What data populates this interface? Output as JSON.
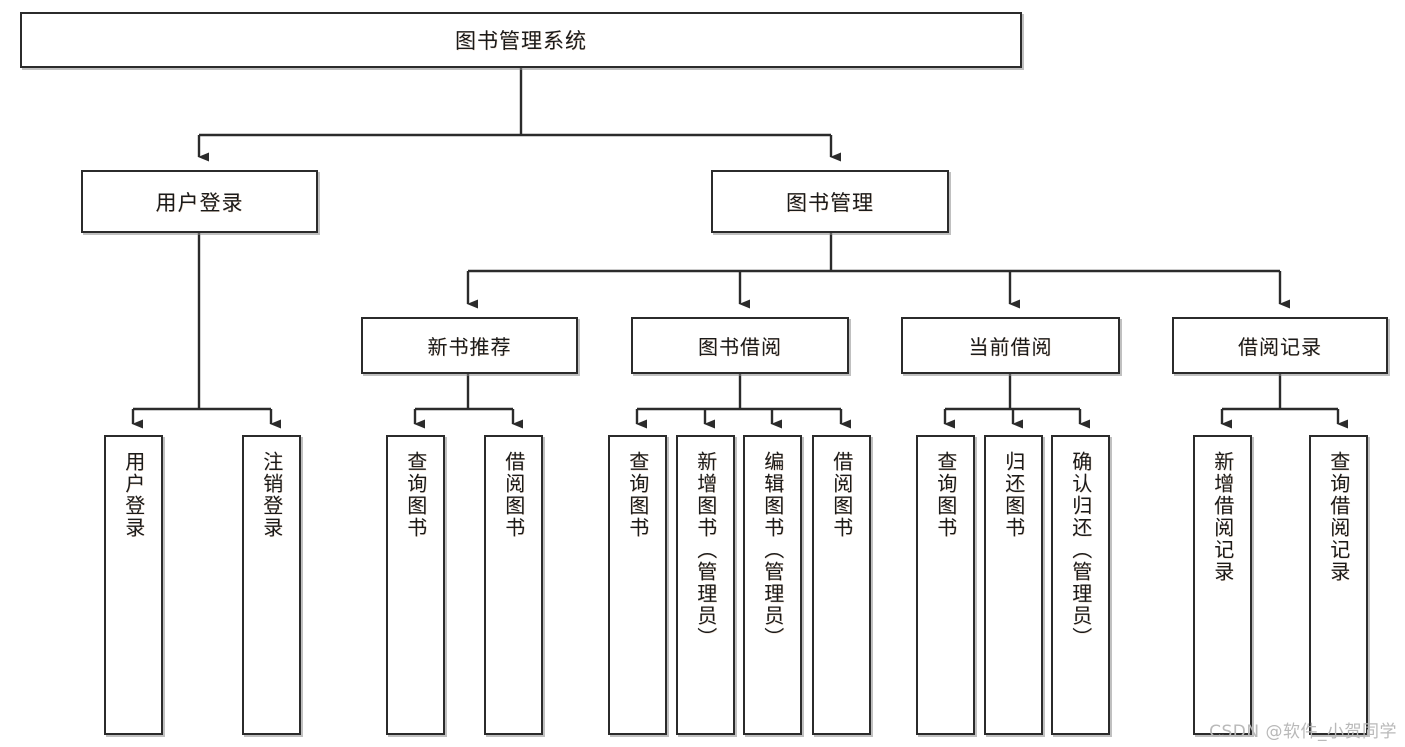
{
  "diagram": {
    "title": "图书管理系统",
    "type": "tree-hierarchy",
    "watermark": "CSDN @软件_小贺同学",
    "colors": {
      "box_border": "#2b2b2b",
      "box_fill": "#ffffff",
      "line": "#2b2b2b",
      "text": "#1a1a1a",
      "watermark": "#b9b9b9"
    },
    "nodes": {
      "root": {
        "label": "图书管理系统"
      },
      "level1": [
        {
          "label": "用户登录"
        },
        {
          "label": "图书管理"
        }
      ],
      "level2": [
        {
          "label": "新书推荐"
        },
        {
          "label": "图书借阅"
        },
        {
          "label": "当前借阅"
        },
        {
          "label": "借阅记录"
        }
      ],
      "leaves": {
        "user_login": [
          {
            "label": "用户登录"
          },
          {
            "label": "注销登录"
          }
        ],
        "new_book_recommend": [
          {
            "label": "查询图书"
          },
          {
            "label": "借阅图书"
          }
        ],
        "book_borrow": [
          {
            "label": "查询图书"
          },
          {
            "label": "新增图书（管理员）"
          },
          {
            "label": "编辑图书（管理员）"
          },
          {
            "label": "借阅图书"
          }
        ],
        "current_borrow": [
          {
            "label": "查询图书"
          },
          {
            "label": "归还图书"
          },
          {
            "label": "确认归还（管理员）"
          }
        ],
        "borrow_record": [
          {
            "label": "新增借阅记录"
          },
          {
            "label": "查询借阅记录"
          }
        ]
      }
    }
  }
}
